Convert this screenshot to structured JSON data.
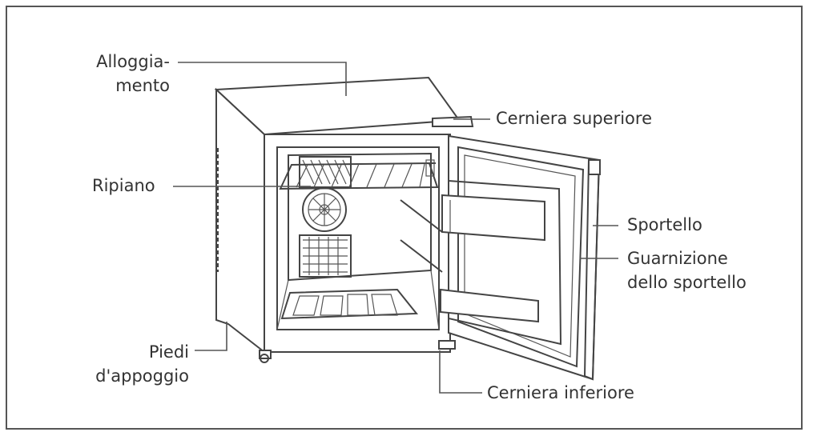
{
  "labels": {
    "housing_line1": "Alloggia-",
    "housing_line2": "mento",
    "shelf": "Ripiano",
    "feet_line1": "Piedi",
    "feet_line2": "d'appoggio",
    "top_hinge": "Cerniera superiore",
    "door": "Sportello",
    "gasket_line1": "Guarnizione",
    "gasket_line2": "dello sportello",
    "bottom_hinge": "Cerniera inferiore"
  },
  "colors": {
    "line": "#444444",
    "text": "#333333",
    "frame": "#555555",
    "background": "#ffffff"
  }
}
